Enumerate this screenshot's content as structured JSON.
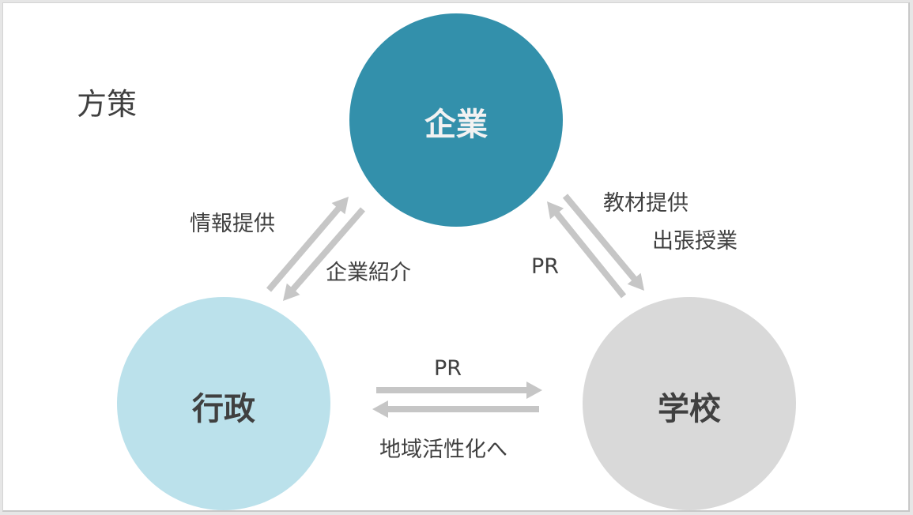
{
  "title": "方策",
  "colors": {
    "company": "#3390AB",
    "government": "#BBE1EB",
    "school": "#D9D9D9",
    "arrow": "#C6C6C6",
    "text_dark": "#404040",
    "text_light": "#F2F2F2"
  },
  "nodes": {
    "company": "企業",
    "government": "行政",
    "school": "学校"
  },
  "edges": {
    "gov_to_company": "情報提供",
    "company_to_gov": "企業紹介",
    "company_to_school_1": "教材提供",
    "company_to_school_2": "出張授業",
    "school_to_company": "PR",
    "gov_to_school": "PR",
    "school_to_gov": "地域活性化へ"
  }
}
